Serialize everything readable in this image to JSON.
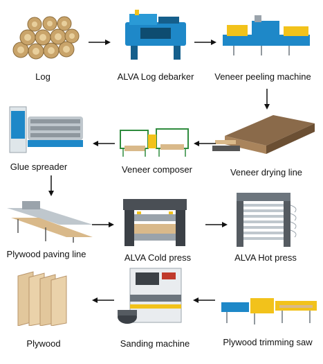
{
  "steps": [
    {
      "label": "Log",
      "icon": "log-pile-icon"
    },
    {
      "label": "ALVA Log debarker",
      "icon": "log-debarker-icon"
    },
    {
      "label": "Veneer peeling machine",
      "icon": "veneer-peeling-machine-icon"
    },
    {
      "label": "Veneer drying line",
      "icon": "veneer-drying-line-icon"
    },
    {
      "label": "Veneer composer",
      "icon": "veneer-composer-icon"
    },
    {
      "label": "Glue spreader",
      "icon": "glue-spreader-icon"
    },
    {
      "label": "Plywood paving line",
      "icon": "plywood-paving-line-icon"
    },
    {
      "label": "ALVA Cold press",
      "icon": "cold-press-icon"
    },
    {
      "label": "ALVA Hot press",
      "icon": "hot-press-icon"
    },
    {
      "label": "Plywood trimming saw",
      "icon": "trimming-saw-icon"
    },
    {
      "label": "Sanding machine",
      "icon": "sanding-machine-icon"
    },
    {
      "label": "Plywood",
      "icon": "plywood-stack-icon"
    }
  ],
  "colors": {
    "machine_blue": "#1e88c8",
    "machine_yellow": "#f2c21b",
    "wood": "#d9b98a",
    "steel": "#9aa3ab",
    "arrow": "#111111"
  }
}
